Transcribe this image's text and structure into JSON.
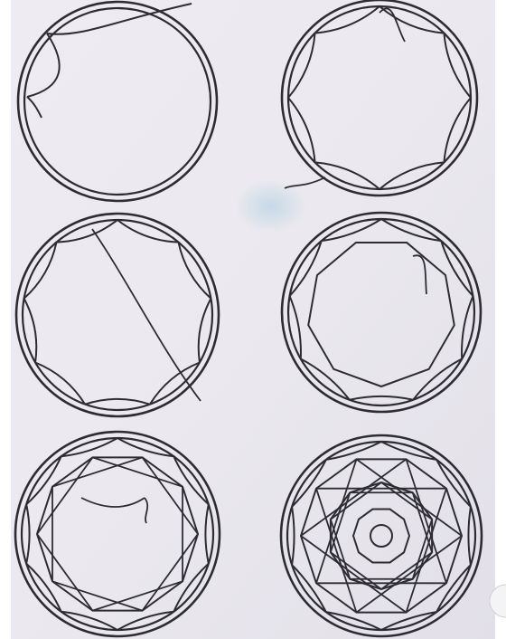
{
  "sheet": {
    "description_tags": [
      "dreamcatcher-weaving-steps"
    ],
    "colors": {
      "paper": "#ebe9ef",
      "paper_shade": "#dedbe6",
      "ink": "#2e2c33",
      "stain": "#b9d3e4"
    }
  },
  "steps": [
    {
      "id": "step-1",
      "stage": 1
    },
    {
      "id": "step-2",
      "stage": 2
    },
    {
      "id": "step-3",
      "stage": 3
    },
    {
      "id": "step-4",
      "stage": 4
    },
    {
      "id": "step-5",
      "stage": 5
    },
    {
      "id": "step-6",
      "stage": 6
    }
  ]
}
